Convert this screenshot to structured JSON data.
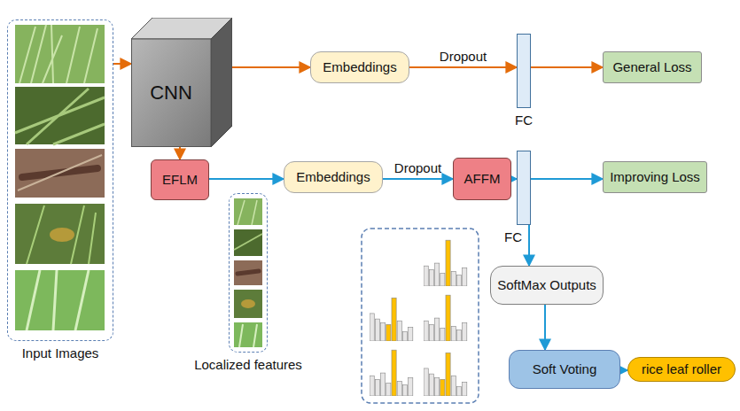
{
  "diagram": {
    "nodes": [
      {
        "text": [
          "Input Images"
        ]
      },
      {
        "text": [
          "CNN"
        ]
      },
      {
        "text": [
          "Embeddings"
        ]
      },
      {
        "text": [
          "FC"
        ]
      },
      {
        "text": [
          "General Loss"
        ]
      },
      {
        "text": [
          "EFLM"
        ]
      },
      {
        "text": [
          "Embeddings"
        ]
      },
      {
        "text": [
          "AFFM"
        ]
      },
      {
        "text": [
          "FC"
        ]
      },
      {
        "text": [
          "Improving Loss"
        ]
      },
      {
        "text": [
          "Localized features"
        ]
      },
      {
        "text": [
          "SoftMax Outputs"
        ]
      },
      {
        "text": [
          "Soft Voting"
        ]
      },
      {
        "text": [
          "rice leaf roller"
        ]
      }
    ],
    "edges": [
      {
        "from": 0,
        "to": 1,
        "arrow": "to"
      },
      {
        "from": 1,
        "to": 2,
        "arrow": "to"
      },
      {
        "from": 2,
        "to": 3,
        "arrow": "to",
        "label": "Dropout"
      },
      {
        "from": 3,
        "to": 4,
        "arrow": "to"
      },
      {
        "from": 1,
        "to": 5,
        "arrow": "to"
      },
      {
        "from": 5,
        "to": 6,
        "arrow": "to"
      },
      {
        "from": 6,
        "to": 7,
        "arrow": "to",
        "label": "Dropout"
      },
      {
        "from": 7,
        "to": 8,
        "arrow": "to"
      },
      {
        "from": 8,
        "to": 9,
        "arrow": "to"
      },
      {
        "from": 8,
        "to": 11,
        "arrow": "to"
      },
      {
        "from": 11,
        "to": 12,
        "arrow": "to"
      },
      {
        "from": 12,
        "to": 13,
        "arrow": "to"
      }
    ]
  }
}
